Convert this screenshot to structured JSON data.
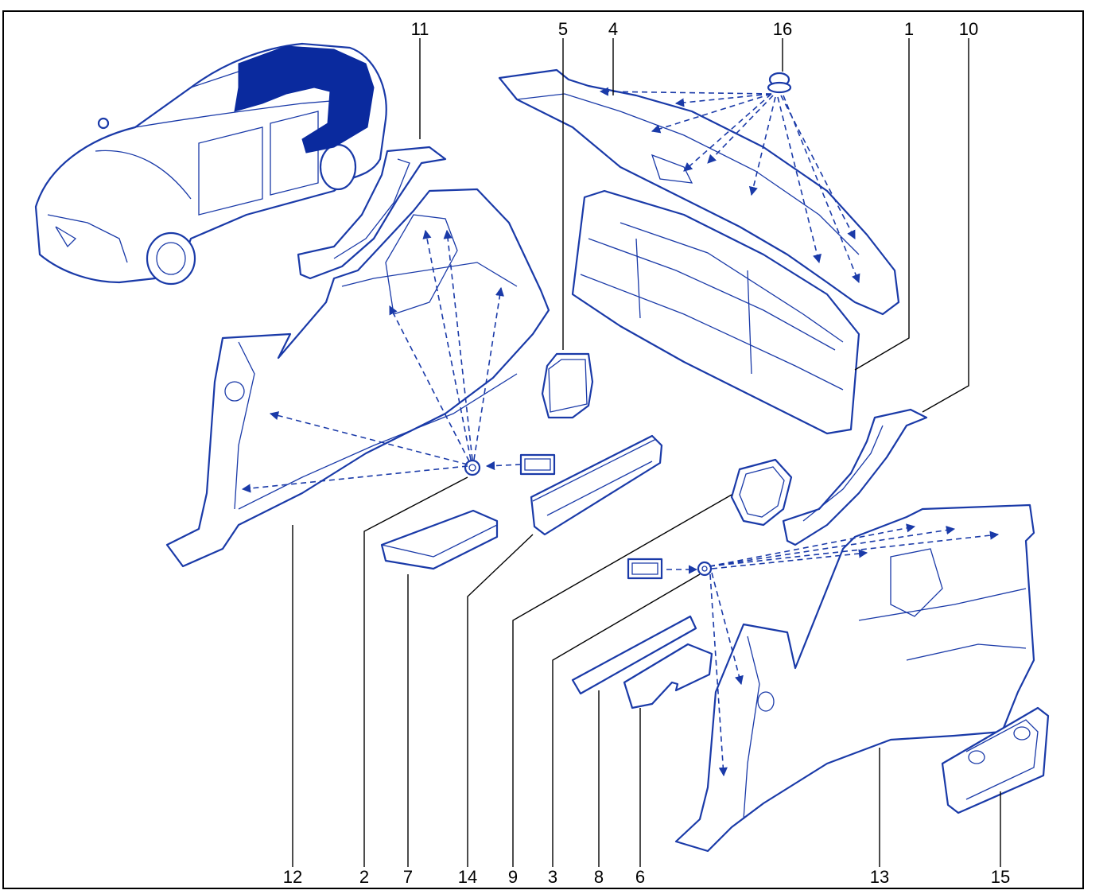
{
  "colors": {
    "line": "#1a3aa8",
    "highlight": "#0a2a9e",
    "text": "#000000"
  },
  "callouts": {
    "c1": "1",
    "c2": "2",
    "c3": "3",
    "c4": "4",
    "c5": "5",
    "c6": "6",
    "c7": "7",
    "c8": "8",
    "c9": "9",
    "c10": "10",
    "c11": "11",
    "c12": "12",
    "c13": "13",
    "c14": "14",
    "c15": "15",
    "c16": "16"
  }
}
